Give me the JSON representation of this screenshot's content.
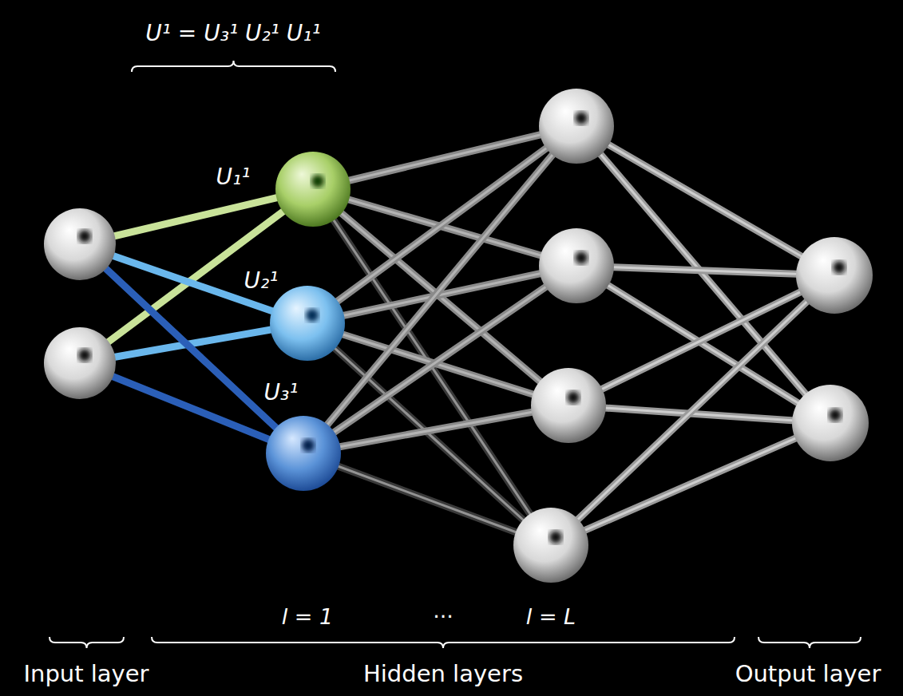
{
  "diagram": {
    "labels": [
      "U¹ = U₃¹ U₂¹ U₁¹",
      "U₁¹",
      "U₂¹",
      "U₃¹",
      "l = 1",
      "···",
      "l = L",
      "Input layer",
      "Hidden layers",
      "Output layer"
    ]
  }
}
